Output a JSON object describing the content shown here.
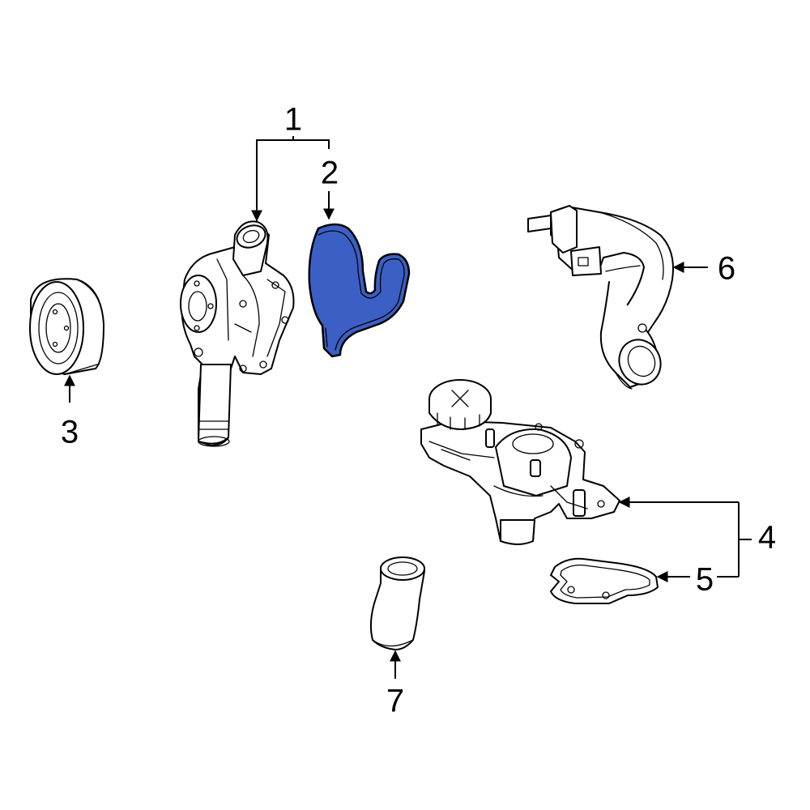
{
  "highlight_color": "#3b5fc4",
  "callouts": [
    {
      "id": "1",
      "label": "1"
    },
    {
      "id": "2",
      "label": "2"
    },
    {
      "id": "3",
      "label": "3"
    },
    {
      "id": "4",
      "label": "4"
    },
    {
      "id": "5",
      "label": "5"
    },
    {
      "id": "6",
      "label": "6"
    },
    {
      "id": "7",
      "label": "7"
    }
  ],
  "parts": [
    {
      "callout": "1",
      "icon": "water-pump-assembly"
    },
    {
      "callout": "2",
      "icon": "water-pump-gasket",
      "highlighted": true
    },
    {
      "callout": "3",
      "icon": "water-pump-pulley"
    },
    {
      "callout": "4",
      "icon": "thermostat-housing"
    },
    {
      "callout": "5",
      "icon": "thermostat-housing-gasket"
    },
    {
      "callout": "6",
      "icon": "coolant-hose-upper"
    },
    {
      "callout": "7",
      "icon": "coolant-hose-lower"
    }
  ]
}
